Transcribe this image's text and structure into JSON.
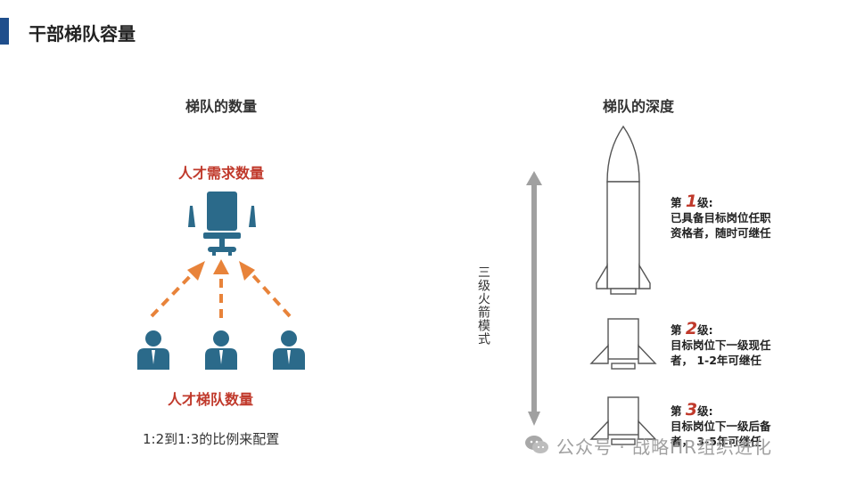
{
  "page": {
    "title": "干部梯队容量"
  },
  "left": {
    "heading": "梯队的数量",
    "demand_label": "人才需求数量",
    "ladder_label": "人才梯队数量",
    "ratio_text": "1:2到1:3的比例来配置"
  },
  "right": {
    "heading": "梯队的深度",
    "vertical_label": "三级火箭模式",
    "levels": [
      {
        "prefix": "第 ",
        "num": "1",
        "suffix": "级:",
        "desc_line1": "已具备目标岗位任职",
        "desc_line2": "资格者，随时可继任"
      },
      {
        "prefix": "第 ",
        "num": "2",
        "suffix": "级:",
        "desc_line1": "目标岗位下一级现任",
        "desc_line2": "者， 1-2年可继任"
      },
      {
        "prefix": "第 ",
        "num": "3",
        "suffix": "级:",
        "desc_line1": "目标岗位下一级后备",
        "desc_line2": "者， 3-5年可继任"
      }
    ]
  },
  "watermark": {
    "text": "公众号 · 战略HR组织进化"
  },
  "colors": {
    "accent_blue": "#1f4e8c",
    "icon_teal": "#2b6a8a",
    "arrow_orange": "#e8833a",
    "label_red": "#c0392b",
    "axis_gray": "#a0a0a0"
  },
  "icons": [
    "office-chair-icon",
    "person-icon",
    "wechat-icon"
  ]
}
